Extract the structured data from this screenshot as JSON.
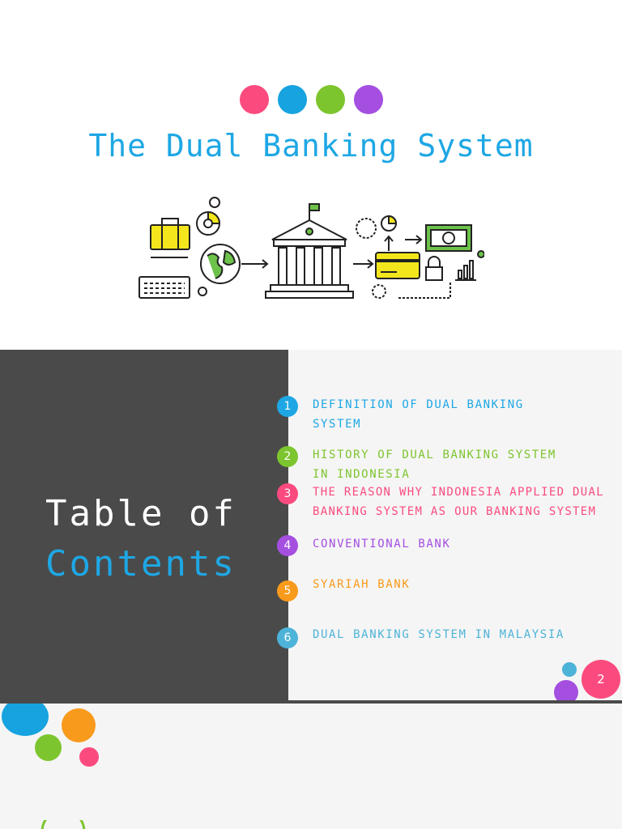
{
  "slide1": {
    "title": "The Dual Banking System",
    "dot_colors": [
      "#fb4b7e",
      "#16a3e0",
      "#7dc52e",
      "#a44fe0"
    ],
    "illustration_icons": [
      "keyboard-icon",
      "briefcase-icon",
      "globe-icon",
      "bank-building-icon",
      "credit-card-icon",
      "lock-icon",
      "banknote-icon",
      "bar-chart-icon",
      "pie-chart-icon"
    ]
  },
  "slide2": {
    "heading_line1": "Table of",
    "heading_line2": "Contents",
    "items": [
      {
        "num": "1",
        "text": "Definition of Dual Banking System",
        "color": "#1ea7e4"
      },
      {
        "num": "2",
        "text": "History of Dual Banking System in Indonesia",
        "color": "#7dc52e"
      },
      {
        "num": "3",
        "text": "The reason why Indonesia applied dual banking system as our banking system",
        "color": "#fb4b7e"
      },
      {
        "num": "4",
        "text": "Conventional Bank",
        "color": "#a44fe0"
      },
      {
        "num": "5",
        "text": "Syariah Bank",
        "color": "#f89a1c"
      },
      {
        "num": "6",
        "text": "Dual Banking System in Malaysia",
        "color": "#4db3d8"
      }
    ],
    "page_number": "2"
  },
  "colors": {
    "blue": "#1ea7e4",
    "pink": "#fb4b7e",
    "green": "#7dc52e",
    "purple": "#a44fe0",
    "orange": "#f89a1c",
    "dark_panel": "#4a4a4a"
  }
}
